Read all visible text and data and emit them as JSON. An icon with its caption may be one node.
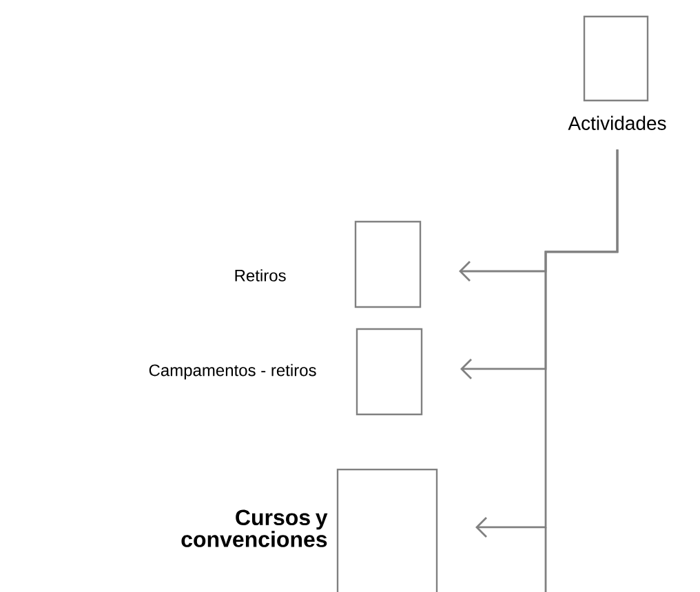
{
  "diagram": {
    "nodes": [
      {
        "text": [
          "Actividades"
        ]
      },
      {
        "text": [
          "Retiros"
        ]
      },
      {
        "text": [
          "Campamentos - retiros"
        ]
      },
      {
        "text": [
          "Cursos y convenciones"
        ]
      }
    ],
    "edges": [
      {
        "from": 0,
        "to": 1,
        "arrow": "to"
      },
      {
        "from": 0,
        "to": 2,
        "arrow": "to"
      },
      {
        "from": 0,
        "to": 3,
        "arrow": "to"
      }
    ]
  }
}
